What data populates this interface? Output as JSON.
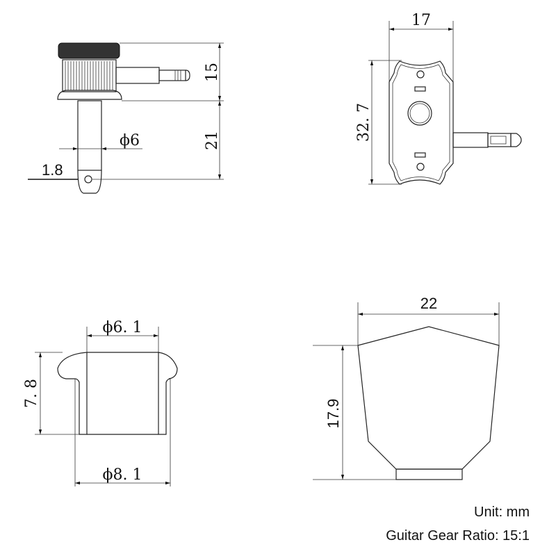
{
  "views": {
    "tuner_side": {
      "height_top": "15",
      "height_shaft": "21",
      "shaft_diameter": "ϕ6",
      "hole_offset": "1.8"
    },
    "tuner_front": {
      "width": "17",
      "height": "32. 7"
    },
    "bushing": {
      "inner_diameter": "ϕ6. 1",
      "outer_diameter": "ϕ8. 1",
      "height": "7. 8"
    },
    "button": {
      "width": "22",
      "height": "17.9"
    }
  },
  "notes": {
    "unit": "Unit: mm",
    "gear_ratio": "Guitar Gear Ratio: 15:1"
  }
}
